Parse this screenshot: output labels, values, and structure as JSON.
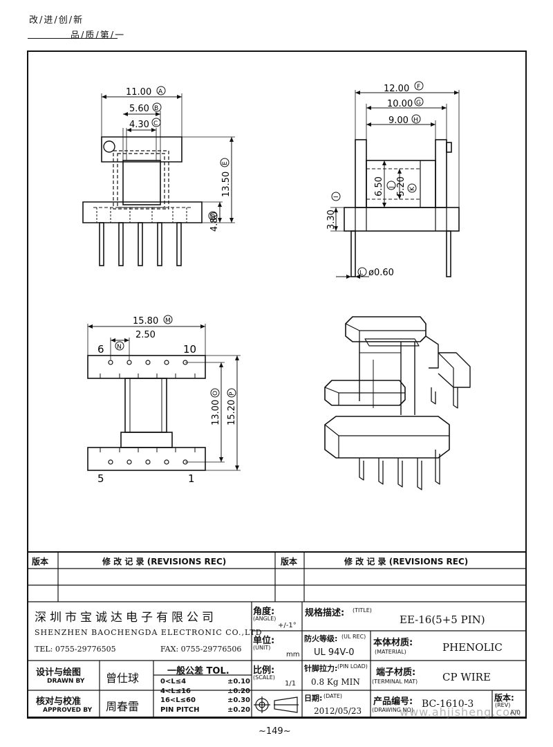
{
  "header": {
    "slogan_line1": "改/进/创/新",
    "slogan_line2": "品/质/第/一"
  },
  "drawing": {
    "view_front": {
      "dim_a": "11.00",
      "dim_b": "5.60",
      "dim_c": "4.30",
      "dim_e": "13.50",
      "dim_d": "4.80",
      "mark_a": "A",
      "mark_b": "B",
      "mark_c": "C",
      "mark_e": "E",
      "mark_d": "D"
    },
    "view_side": {
      "dim_f": "12.00",
      "dim_g": "10.00",
      "dim_h": "9.00",
      "dim_j": "6.50",
      "dim_k": "5.20",
      "dim_i": "3.30",
      "dim_l": "ø0.60",
      "mark_f": "F",
      "mark_g": "G",
      "mark_h": "H",
      "mark_j": "J",
      "mark_k": "K",
      "mark_i": "I",
      "mark_l": "L"
    },
    "view_bottom": {
      "dim_m": "15.80",
      "dim_n": "2.50",
      "dim_o": "13.00",
      "dim_p": "15.20",
      "mark_m": "M",
      "mark_n": "N",
      "mark_o": "O",
      "mark_p": "P",
      "pin_6": "6",
      "pin_10": "10",
      "pin_5": "5",
      "pin_1": "1"
    }
  },
  "revisions": {
    "col_version": "版本",
    "col_record": "修 改 记 录  (REVISIONS REC)"
  },
  "title_block": {
    "company_cn": "深圳市宝诚达电子有限公司",
    "company_en": "SHENZHEN BAOCHENGDA ELECTRONIC CO.,LTD",
    "tel": "TEL: 0755-29776505",
    "fax": "FAX: 0755-29776506",
    "angle_label": "角度:",
    "angle_label_en": "(ANGLE)",
    "angle_value": "+/-1°",
    "unit_label": "单位:",
    "unit_label_en": "(UNIT)",
    "unit_value": "mm",
    "scale_label": "比例:",
    "scale_label_en": "(SCALE)",
    "scale_value": "1/1",
    "title_label": "规格描述:",
    "title_label_en": "(TITLE)",
    "title_value": "EE-16(5+5 PIN)",
    "flame_label": "防火等级:",
    "flame_label_en": "(UL REC)",
    "flame_value": "UL 94V-0",
    "material_label": "本体材质:",
    "material_label_en": "(MATERIAL)",
    "material_value": "PHENOLIC",
    "pinload_label": "针脚拉力:",
    "pinload_label_en": "(PIN LOAD)",
    "pinload_value": "0.8 Kg MIN",
    "terminal_label": "端子材质:",
    "terminal_label_en": "(TERMINAL MAT)",
    "terminal_value": "CP WIRE",
    "date_label": "日期:",
    "date_label_en": "(DATE)",
    "date_value": "2012/05/23",
    "drawing_no_label": "产品编号:",
    "drawing_no_label_en": "(DRAWING NO)",
    "drawing_no_value": "BC-1610-3",
    "rev_label": "版本:",
    "rev_label_en": "(REV)",
    "rev_value": "A/0",
    "drawn_label": "设计与绘图",
    "drawn_label_en": "DRAWN BY",
    "drawn_value": "曾仕球",
    "approved_label": "核对与校准",
    "approved_label_en": "APPROVED BY",
    "approved_value": "周春雷",
    "tol_title": "一般公差 TOL.",
    "tol_rows": [
      {
        "range": "0<L≤4",
        "value": "±0.10"
      },
      {
        "range": "4<L≤16",
        "value": "±0.20"
      },
      {
        "range": "16<L≤60",
        "value": "±0.30"
      },
      {
        "range": "PIN PITCH",
        "value": "±0.20"
      }
    ]
  },
  "footer": {
    "page": "~149~",
    "watermark": "www.ahjisheng.com"
  }
}
